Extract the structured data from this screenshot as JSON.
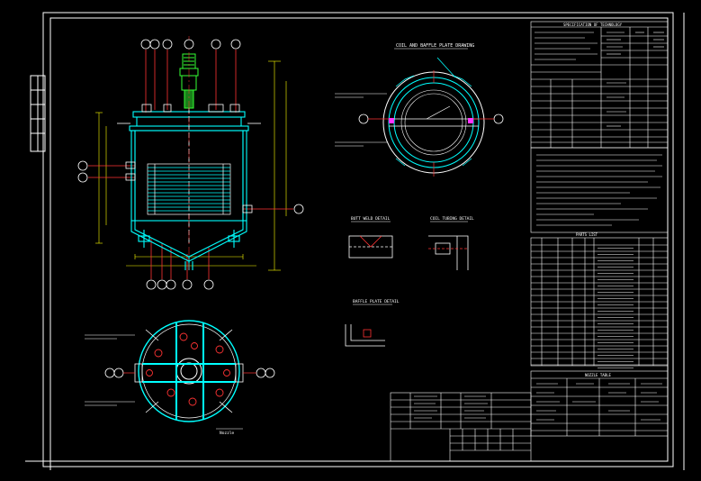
{
  "drawing": {
    "plan_title": "COIL AND BAFFLE PLATE DRAWING",
    "detail_butt": "BUTT WELD DETAIL",
    "detail_coil": "COIL TUBING DETAIL",
    "detail_baffle": "BAFFLE PLATE DETAIL",
    "note_nozzle": "Nozzle",
    "title_block_header": "SPECIFICATION OF TECHNOLOGY",
    "parts_header": "PARTS LIST",
    "nozzle_header": "NOZZLE TABLE"
  },
  "colors": {
    "background": "#000000",
    "vessel": "#00ffff",
    "lines": "#ffffff",
    "leaders": "#ff3333",
    "agitator": "#33ff33",
    "dim": "#ffff00",
    "frame": "#ffffff"
  }
}
